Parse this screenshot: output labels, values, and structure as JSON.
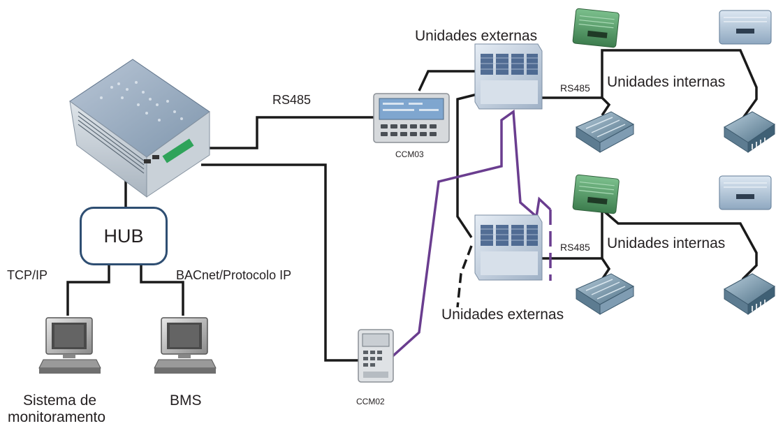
{
  "labels": {
    "outdoor_units_top": "Unidades externas",
    "outdoor_units_bottom": "Unidades externas",
    "indoor_units_top": "Unidades internas",
    "indoor_units_bottom": "Unidades internas",
    "rs485_main": "RS485",
    "rs485_top": "RS485",
    "rs485_bottom": "RS485",
    "ccm03": "CCM03",
    "ccm02": "CCM02",
    "hub": "HUB",
    "tcpip": "TCP/IP",
    "bacnet": "BACnet/Protocolo IP",
    "monitoring_line1": "Sistema de",
    "monitoring_line2": "monitoramento",
    "bms": "BMS"
  },
  "colors": {
    "wire": "#1a1a1a",
    "purple_wire": "#6a3d8f",
    "hub_border": "#2e4e72",
    "outdoor_unit": "#b9c8dc",
    "indoor_green": "#4f9a62",
    "indoor_blue": "#9fb6cf",
    "cassette": "#7f9cb2"
  },
  "icons": [
    "gateway-icon",
    "controller-icon",
    "outdoor-unit-icon",
    "indoor-unit-icon",
    "cassette-unit-icon",
    "computer-icon"
  ]
}
